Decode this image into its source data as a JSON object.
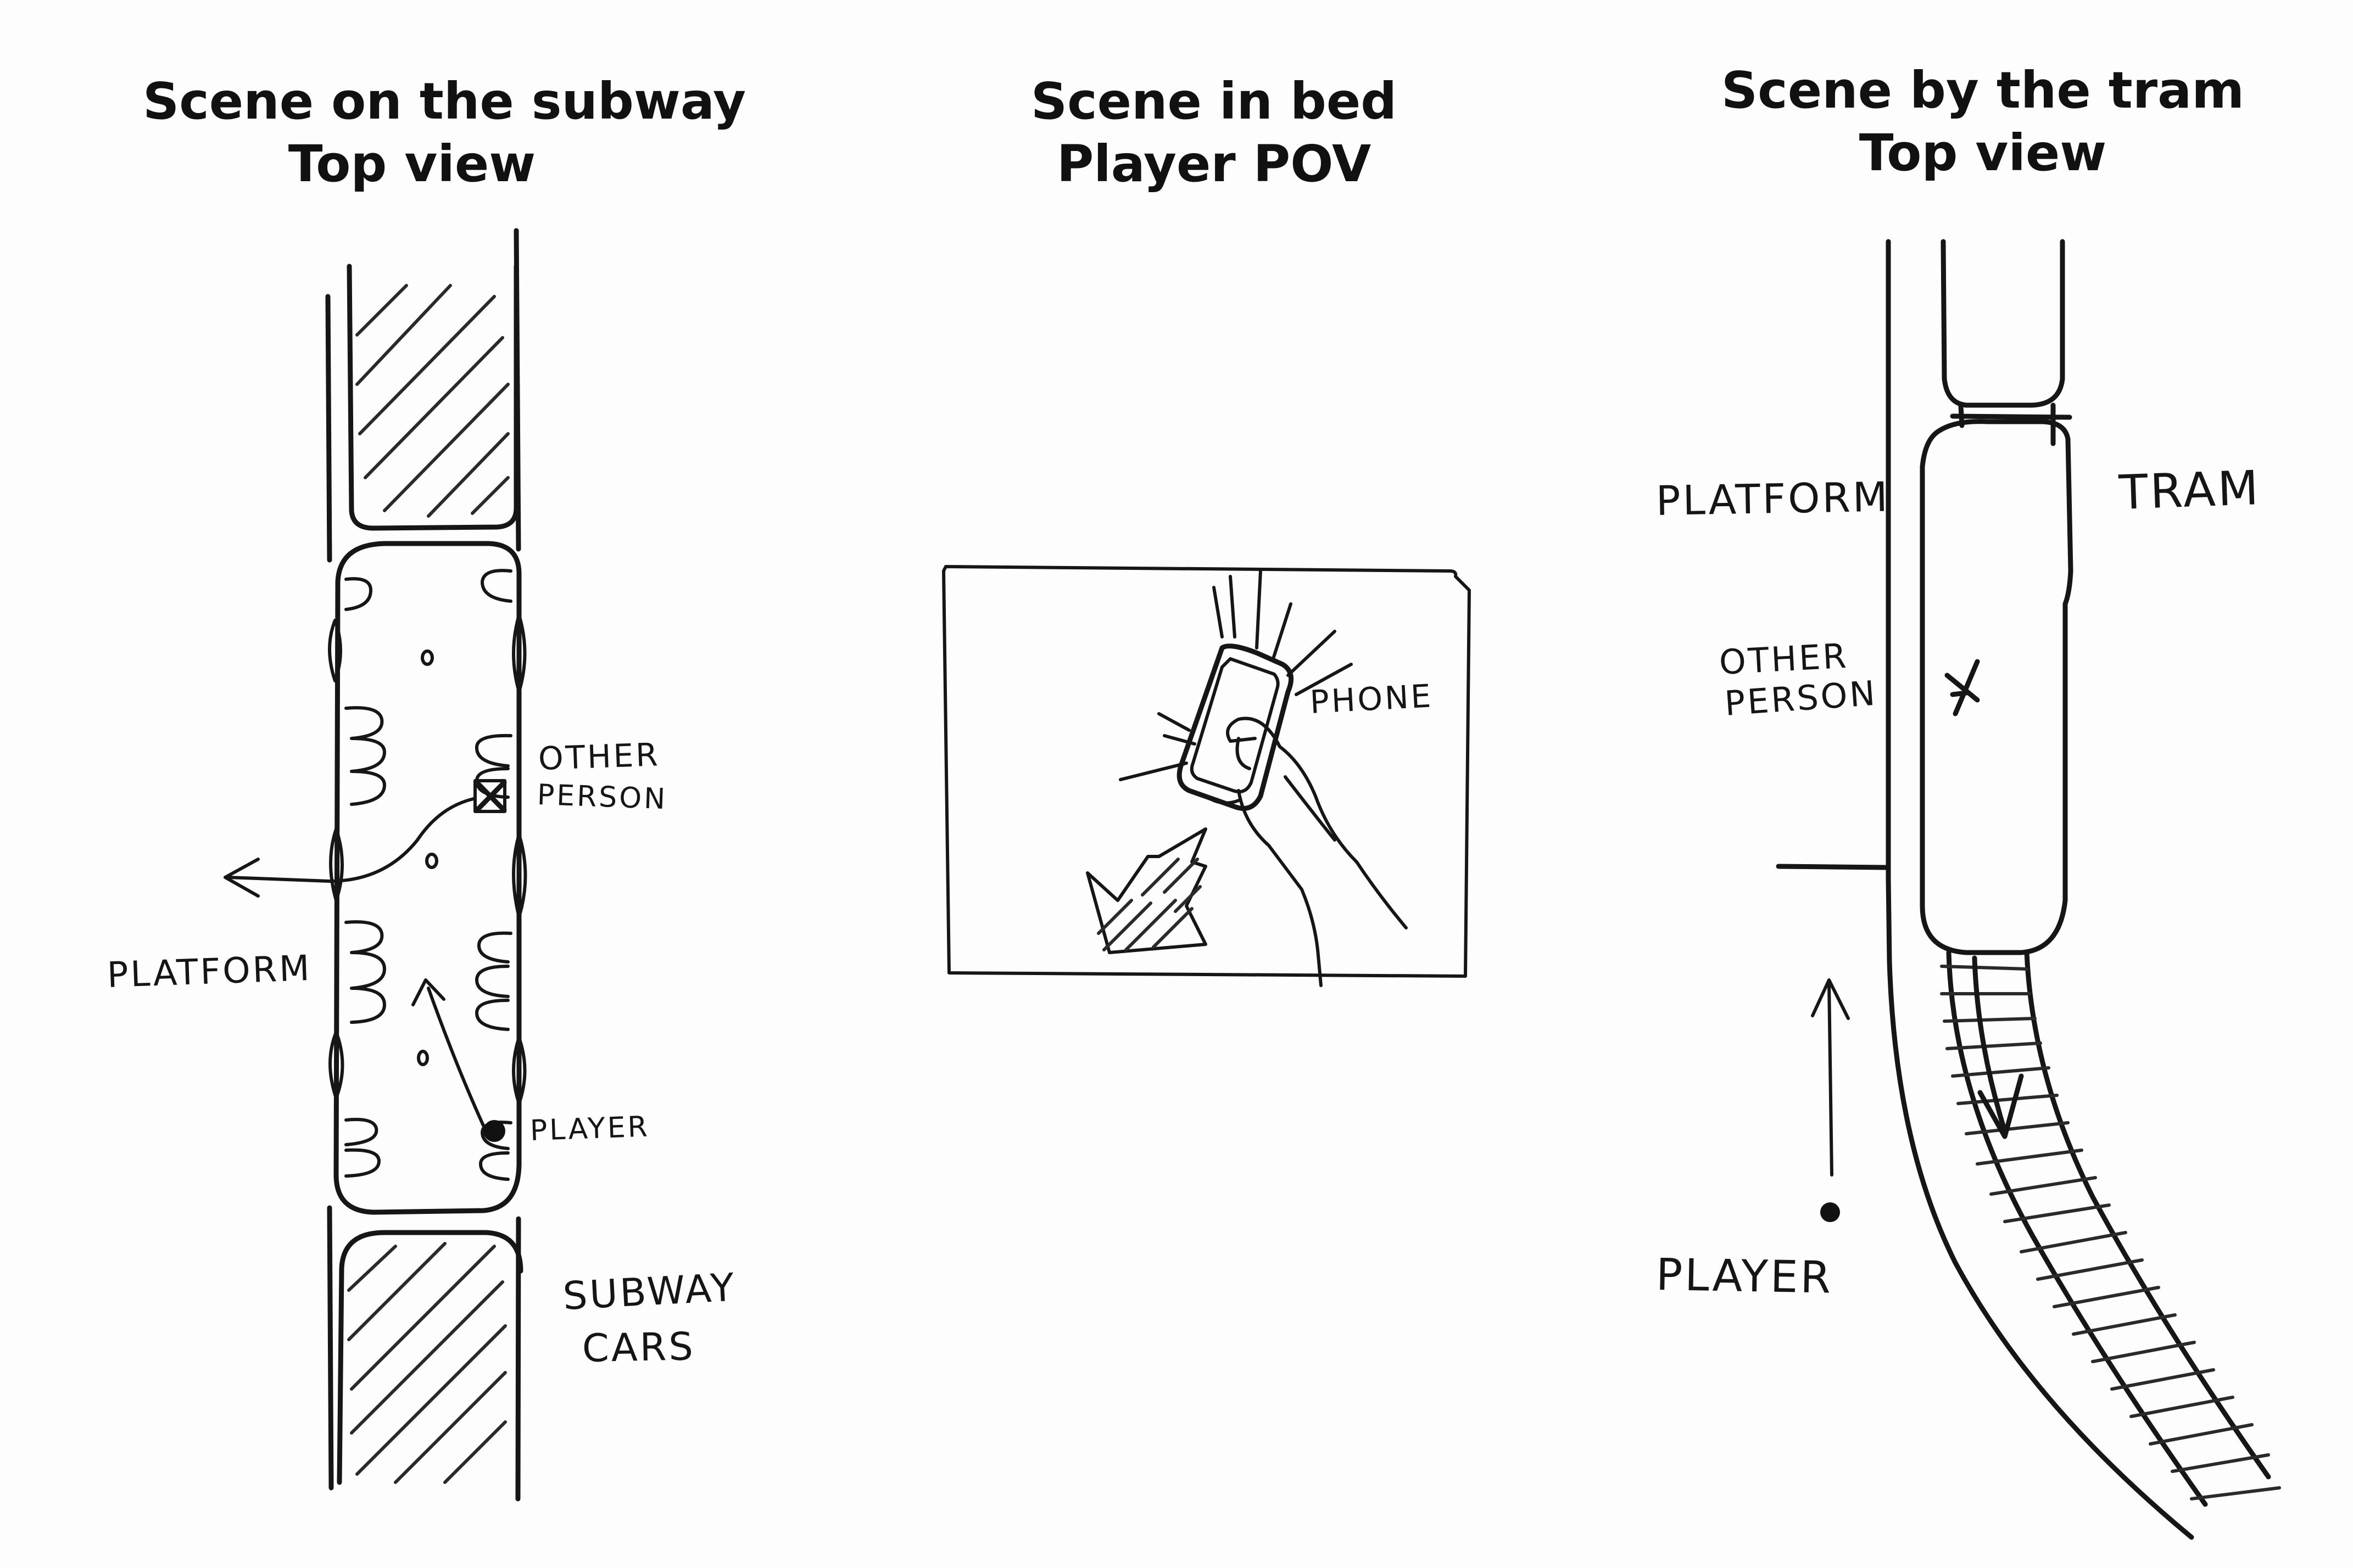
{
  "panels": [
    {
      "title_line1": "Scene on the subway",
      "title_line2": "Top view",
      "labels": {
        "other_person": [
          "OTHER",
          "PERSON"
        ],
        "platform": "PLATFORM",
        "player": "PLAYER",
        "subway_cars": [
          "SUBWAY",
          "CARS"
        ]
      }
    },
    {
      "title_line1": "Scene in bed",
      "title_line2": "Player POV",
      "labels": {
        "phone": "PHONE"
      }
    },
    {
      "title_line1": "Scene by the tram",
      "title_line2": "Top view",
      "labels": {
        "platform": "PLATFORM",
        "tram": "TRAM",
        "other_person": [
          "OTHER",
          "PERSON"
        ],
        "player": "PLAYER"
      }
    }
  ],
  "style": {
    "ink": "#161616",
    "paper": "#fdfdfd"
  }
}
